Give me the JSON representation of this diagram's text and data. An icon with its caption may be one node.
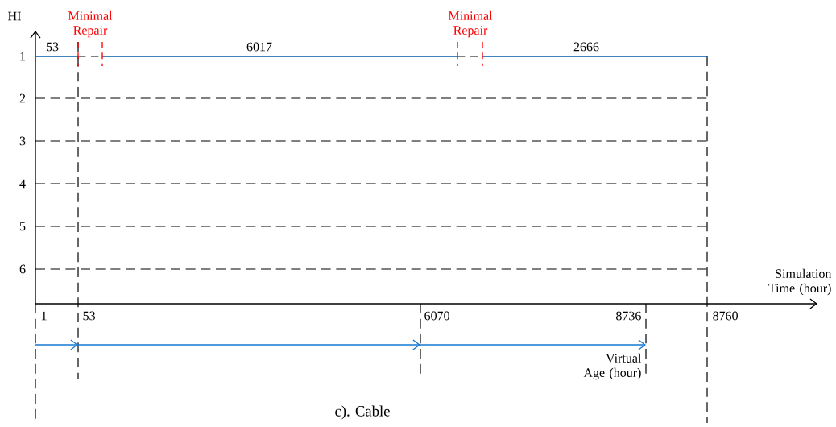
{
  "diagram": {
    "caption": "c). Cable",
    "labels": [
      "HI",
      "Minimal Repair",
      "53",
      "6017",
      "Minimal Repair",
      "2666",
      "1",
      "2",
      "3",
      "4",
      "5",
      "6",
      "Simulation Time (hour)",
      "1",
      "53",
      "6070",
      "8736",
      "8760",
      "Virtual Age (hour)"
    ]
  }
}
